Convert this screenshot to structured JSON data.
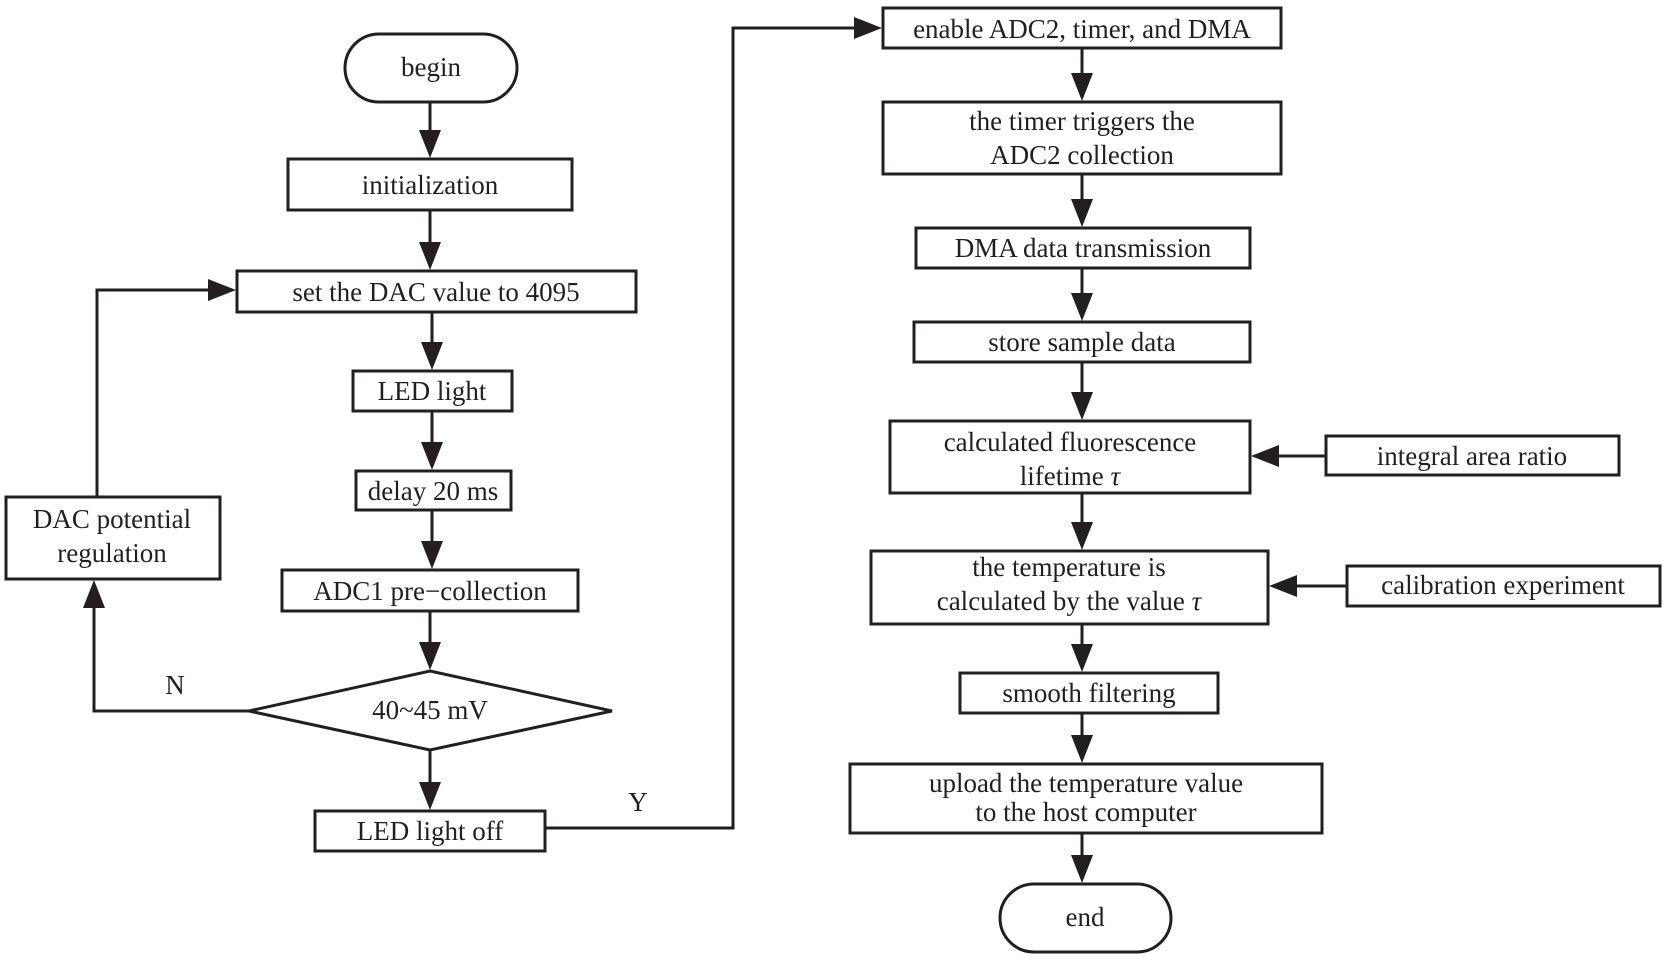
{
  "nodes": {
    "begin": "begin",
    "initialization": "initialization",
    "set_dac": "set the DAC value to 4095",
    "led_light": "LED light",
    "delay": "delay 20 ms",
    "adc1": "ADC1 pre−collection",
    "decision": "40~45 mV",
    "led_off": "LED light off",
    "dac_regulation": [
      "DAC potential",
      "regulation"
    ],
    "enable": "enable ADC2, timer, and DMA",
    "timer_trigger": [
      "the timer triggers the",
      "ADC2 collection"
    ],
    "dma": "DMA data transmission",
    "store": "store sample data",
    "calc_lifetime": [
      "calculated fluorescence",
      "lifetime",
      "τ"
    ],
    "integral": "integral area ratio",
    "temperature": [
      "the temperature is",
      "calculated by the value",
      "τ"
    ],
    "calibration": "calibration experiment",
    "smooth": "smooth filtering",
    "upload": [
      "upload the temperature value",
      "to the host computer"
    ],
    "end": "end"
  },
  "labels": {
    "no": "N",
    "yes": "Y"
  }
}
